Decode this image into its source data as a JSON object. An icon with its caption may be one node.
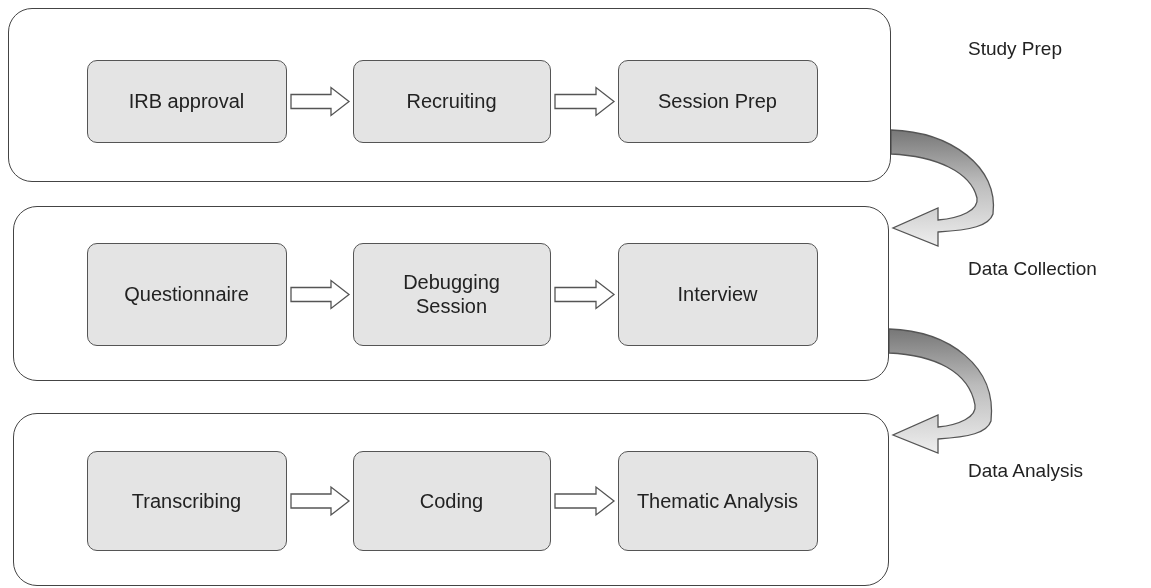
{
  "diagram": {
    "nodes": [
      {
        "text": [],
        "shape": "box"
      },
      {
        "text": [
          "IRB approval"
        ],
        "in": 0
      },
      {
        "text": [
          "Recruiting"
        ],
        "in": 0
      },
      {
        "text": [
          "Session Prep"
        ],
        "in": 0
      },
      {
        "text": [],
        "shape": "box"
      },
      {
        "text": [
          "Questionnaire"
        ],
        "in": 4
      },
      {
        "text": [
          "Debugging Session"
        ],
        "in": 4
      },
      {
        "text": [
          "Interview"
        ],
        "in": 4
      },
      {
        "text": [],
        "shape": "box"
      },
      {
        "text": [
          "Transcribing"
        ],
        "in": 8
      },
      {
        "text": [
          "Coding"
        ],
        "in": 8
      },
      {
        "text": [
          "Thematic Analysis"
        ],
        "in": 8
      }
    ],
    "edges": [
      {
        "from": 1,
        "to": 2,
        "arrow": "to"
      },
      {
        "from": 2,
        "to": 3,
        "arrow": "to"
      },
      {
        "from": 0,
        "to": 4,
        "arrow": "to"
      },
      {
        "from": 5,
        "to": 6,
        "arrow": "to"
      },
      {
        "from": 6,
        "to": 7,
        "arrow": "to"
      },
      {
        "from": 4,
        "to": 8,
        "arrow": "to"
      },
      {
        "from": 9,
        "to": 10,
        "arrow": "to"
      },
      {
        "from": 10,
        "to": 11,
        "arrow": "to"
      }
    ],
    "labels": [
      "Study Prep",
      "Data Collection",
      "Data Analysis"
    ]
  }
}
